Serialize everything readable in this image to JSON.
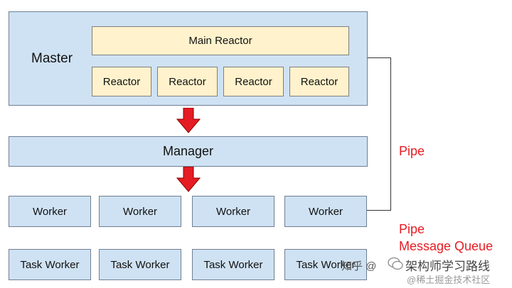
{
  "diagram": {
    "master_label": "Master",
    "main_reactor": "Main Reactor",
    "reactors": [
      "Reactor",
      "Reactor",
      "Reactor",
      "Reactor"
    ],
    "manager": "Manager",
    "workers": [
      "Worker",
      "Worker",
      "Worker",
      "Worker"
    ],
    "task_workers": [
      "Task Worker",
      "Task Worker",
      "Task Worker",
      "Task Worker"
    ],
    "pipe_label": "Pipe",
    "pipe2_label": "Pipe",
    "message_queue_label": "Message Queue",
    "colors": {
      "box_blue": "#cfe2f3",
      "box_yellow": "#fff2cc",
      "arrow_red": "#e51c23",
      "label_red": "#e51c23"
    }
  },
  "watermark": {
    "text_left": "知乎 @",
    "text_right": "架构师学习路线",
    "text_bottom": "@稀土掘金技术社区"
  }
}
